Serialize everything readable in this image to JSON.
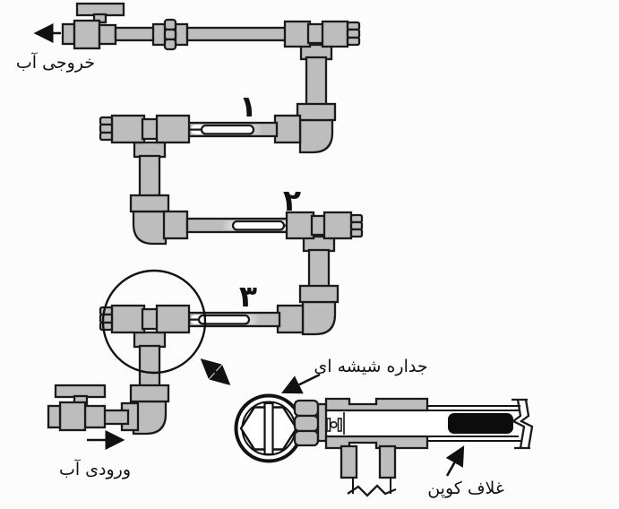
{
  "diagram": {
    "labels": {
      "water_outlet": "خروجی آب",
      "water_inlet": "ورودی آب",
      "glass_wall": "جداره شیشه ای",
      "coupon_sleeve": "غلاف کوپن"
    },
    "station_numbers": [
      "۱",
      "۲",
      "۳"
    ],
    "colors": {
      "pipe_gray": "#bdbdbd",
      "outline_black": "#1a1a1a",
      "coupon_black": "#0c0c0c",
      "window_white": "#ffffff",
      "background": "#fcfcfc"
    }
  }
}
